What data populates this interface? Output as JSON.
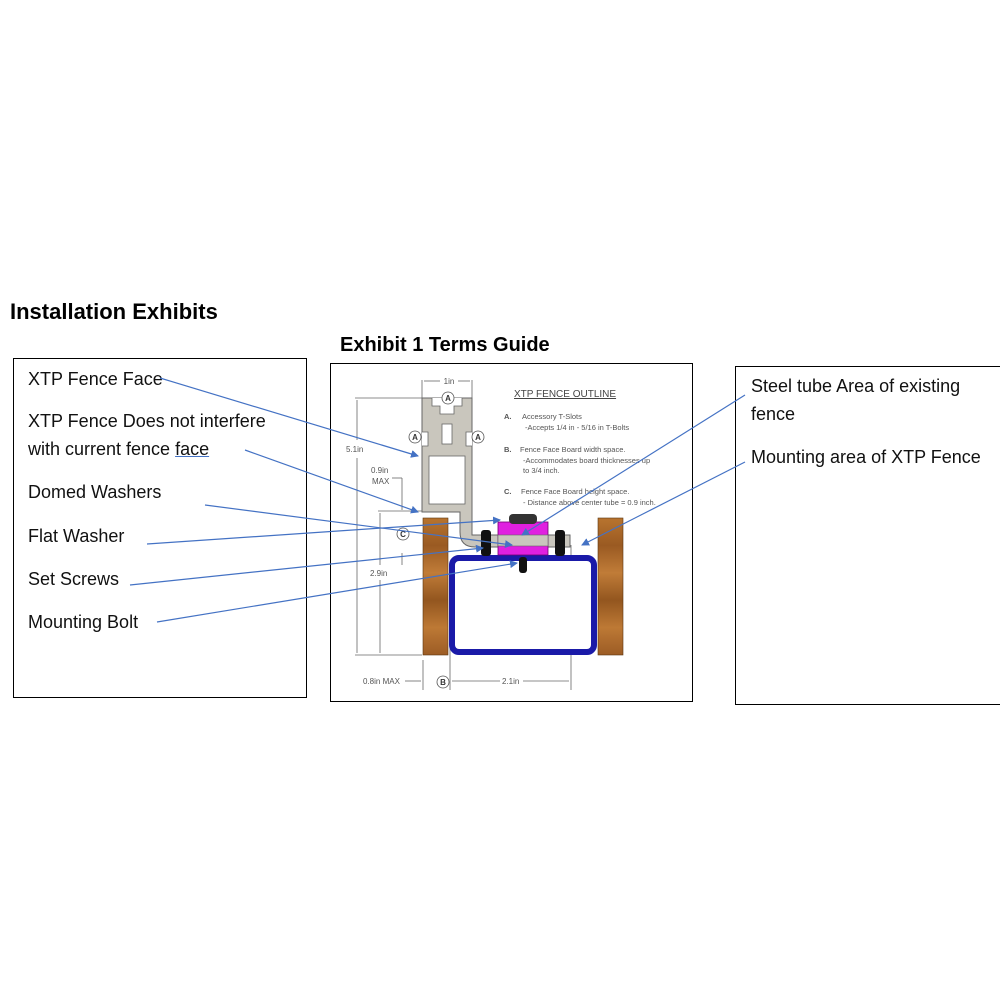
{
  "title": "Installation Exhibits",
  "exhibit_title": "Exhibit 1  Terms Guide",
  "left_labels": {
    "fence_face": "XTP Fence Face",
    "not_interfere_1": "XTP Fence Does not interfere",
    "not_interfere_2a": "with current fence ",
    "not_interfere_2b": "face",
    "domed_washers": "Domed Washers",
    "flat_washer": "Flat Washer",
    "set_screws": "Set Screws",
    "mounting_bolt": "Mounting Bolt"
  },
  "right_labels": {
    "steel_tube_1": "Steel tube Area of existing",
    "steel_tube_2": "fence",
    "mounting_area": "Mounting area of XTP Fence"
  },
  "drawing": {
    "outline_title": "XTP FENCE OUTLINE",
    "a_head": "A.",
    "a_title": "Accessory T-Slots",
    "a_detail": "-Accepts 1/4 in - 5/16 in T-Bolts",
    "b_head": "B.",
    "b_title": "Fence Face Board width space.",
    "b_detail1": "-Accommodates board thicknesses up",
    "b_detail2": "to 3/4 inch.",
    "c_head": "C.",
    "c_title": "Fence Face Board height space.",
    "c_detail": "- Distance above center tube = 0.9 inch.",
    "dim_width": "1in",
    "dim_height": "5.1in",
    "dim_gap1": "0.9in",
    "dim_gap2": "MAX",
    "dim_tube": "2.9in",
    "dim_board": "0.8in MAX",
    "dim_tube_width": "2.1in",
    "marker_a": "A",
    "marker_b": "B",
    "marker_c": "C"
  },
  "colors": {
    "arrow": "#4472c4",
    "tube": "#1a1aa8",
    "washer": "#e020e0",
    "wood": "#b5712e",
    "profile": "#c9c6bd"
  }
}
